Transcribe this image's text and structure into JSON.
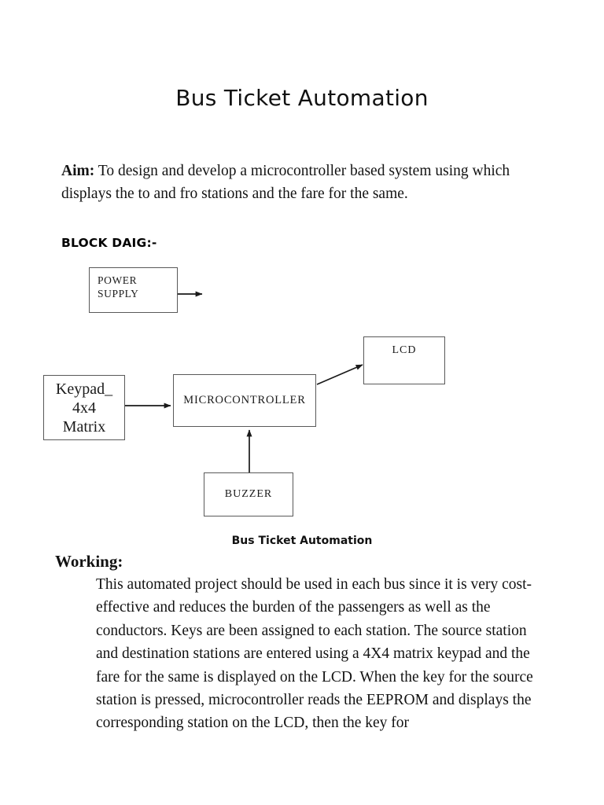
{
  "document": {
    "title": "Bus Ticket Automation",
    "aim": {
      "label": "Aim:",
      "text": " To design and develop a microcontroller based system using which displays the to and fro stations and the fare for the same."
    },
    "block_diagram": {
      "heading": "BLOCK DAIG:-",
      "caption": "Bus Ticket Automation",
      "nodes": [
        {
          "id": "power-supply",
          "label": "POWER\nSUPPLY"
        },
        {
          "id": "lcd",
          "label": "LCD"
        },
        {
          "id": "keypad",
          "label": "Keypad_\n4x4\nMatrix"
        },
        {
          "id": "microcontroller",
          "label": "MICROCONTROLLER"
        },
        {
          "id": "buzzer",
          "label": "BUZZER"
        }
      ],
      "connections": [
        {
          "from": "power-supply",
          "to": "",
          "direction": "right"
        },
        {
          "from": "keypad",
          "to": "microcontroller",
          "direction": "right"
        },
        {
          "from": "microcontroller",
          "to": "lcd",
          "direction": "up-right"
        },
        {
          "from": "buzzer",
          "to": "microcontroller",
          "direction": "up"
        }
      ]
    },
    "working": {
      "label": "Working:",
      "text": "This automated project should be used in each bus since it is very cost-effective and reduces the burden of the passengers as well as the conductors. Keys are been assigned to each station. The source station and destination stations are entered using a 4X4 matrix keypad and the fare for the same is displayed on the LCD. When the key for the source station is pressed, microcontroller reads the EEPROM and displays the corresponding station on the LCD, then the key for"
    }
  },
  "colors": {
    "page_background": "#ffffff",
    "text": "#131313",
    "box_border": "#595959",
    "arrow": "#1a1a1a"
  }
}
